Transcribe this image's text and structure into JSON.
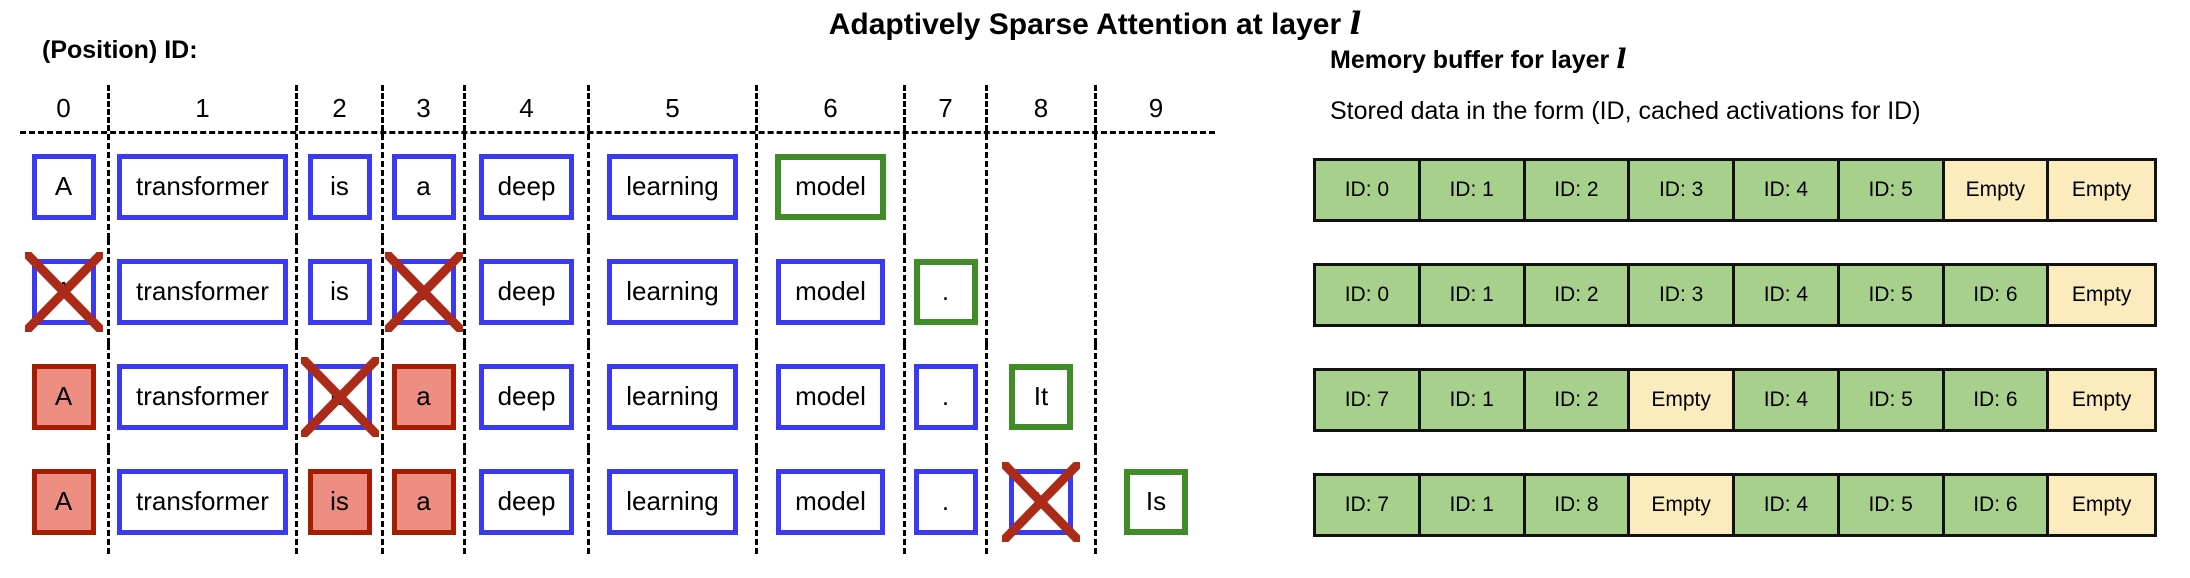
{
  "title": {
    "text": "Adaptively Sparse Attention at layer",
    "symbol": "l"
  },
  "colors": {
    "blue": "#3a3af2",
    "green": "#3f8c28",
    "red_border": "#a61c00",
    "red_fill": "#ee8d82",
    "x_color": "#ab2a18",
    "buffer_green": "#a7d08c",
    "buffer_yellow": "#fcecbd"
  },
  "sequence": {
    "label": "(Position) ID:",
    "position_ids": [
      "0",
      "1",
      "2",
      "3",
      "4",
      "5",
      "6",
      "7",
      "8",
      "9"
    ],
    "rows": [
      {
        "tokens": [
          {
            "text": "A",
            "style": "plain"
          },
          {
            "text": "transformer",
            "style": "plain"
          },
          {
            "text": "is",
            "style": "plain"
          },
          {
            "text": "a",
            "style": "plain"
          },
          {
            "text": "deep",
            "style": "plain"
          },
          {
            "text": "learning",
            "style": "plain"
          },
          {
            "text": "model",
            "style": "new"
          },
          null,
          null,
          null
        ]
      },
      {
        "tokens": [
          {
            "text": "A",
            "style": "crossed"
          },
          {
            "text": "transformer",
            "style": "plain"
          },
          {
            "text": "is",
            "style": "plain"
          },
          {
            "text": "a",
            "style": "crossed"
          },
          {
            "text": "deep",
            "style": "plain"
          },
          {
            "text": "learning",
            "style": "plain"
          },
          {
            "text": "model",
            "style": "plain"
          },
          {
            "text": ".",
            "style": "new"
          },
          null,
          null
        ]
      },
      {
        "tokens": [
          {
            "text": "A",
            "style": "evicted"
          },
          {
            "text": "transformer",
            "style": "plain"
          },
          {
            "text": "is",
            "style": "crossed"
          },
          {
            "text": "a",
            "style": "evicted"
          },
          {
            "text": "deep",
            "style": "plain"
          },
          {
            "text": "learning",
            "style": "plain"
          },
          {
            "text": "model",
            "style": "plain"
          },
          {
            "text": ".",
            "style": "plain"
          },
          {
            "text": "It",
            "style": "new"
          },
          null
        ]
      },
      {
        "tokens": [
          {
            "text": "A",
            "style": "evicted"
          },
          {
            "text": "transformer",
            "style": "plain"
          },
          {
            "text": "is",
            "style": "evicted"
          },
          {
            "text": "a",
            "style": "evicted"
          },
          {
            "text": "deep",
            "style": "plain"
          },
          {
            "text": "learning",
            "style": "plain"
          },
          {
            "text": "model",
            "style": "plain"
          },
          {
            "text": ".",
            "style": "plain"
          },
          {
            "text": "It",
            "style": "crossed"
          },
          {
            "text": "Is",
            "style": "new"
          }
        ]
      }
    ]
  },
  "memory": {
    "title": {
      "text": "Memory buffer for layer",
      "symbol": "l"
    },
    "subtitle": "Stored data in the form (ID, cached activations for ID)",
    "empty_label": "Empty",
    "rows": [
      [
        "ID: 0",
        "ID: 1",
        "ID: 2",
        "ID: 3",
        "ID: 4",
        "ID: 5",
        null,
        null
      ],
      [
        "ID: 0",
        "ID: 1",
        "ID: 2",
        "ID: 3",
        "ID: 4",
        "ID: 5",
        "ID: 6",
        null
      ],
      [
        "ID: 7",
        "ID: 1",
        "ID: 2",
        null,
        "ID: 4",
        "ID: 5",
        "ID: 6",
        null
      ],
      [
        "ID: 7",
        "ID: 1",
        "ID: 8",
        null,
        "ID: 4",
        "ID: 5",
        "ID: 6",
        null
      ]
    ]
  }
}
